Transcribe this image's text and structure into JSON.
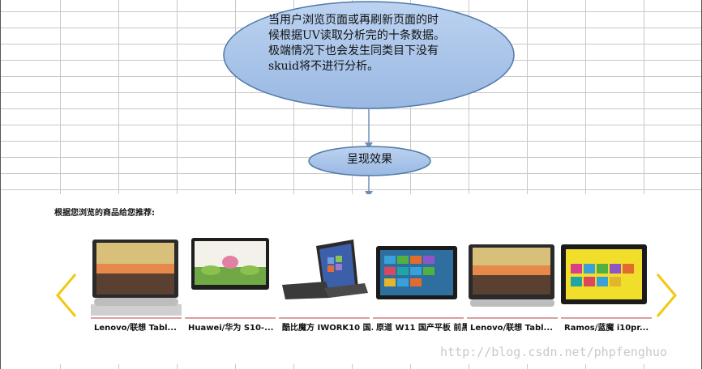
{
  "diagram": {
    "node1": {
      "lines": [
        "当用户浏览页面或再刷新页面的时",
        "候根据UV读取分析完的十条数据。",
        "极端情况下也会发生同类目下没有",
        "skuid将不进行分析。"
      ]
    },
    "node2": {
      "label": "呈现效果"
    }
  },
  "carousel": {
    "title": "根据您浏览的商品给您推荐:",
    "products": [
      {
        "name": "Lenovo/联想 Tabl...",
        "image": "lenovo-yoga-tablet-image"
      },
      {
        "name": "Huawei/华为 S10-...",
        "image": "huawei-tablet-image"
      },
      {
        "name": "酷比魔方 IWORK10 国...",
        "image": "cube-iwork10-tablet-image"
      },
      {
        "name": "原道 W11 国产平板 前黑...",
        "image": "vido-w11-tablet-image"
      },
      {
        "name": "Lenovo/联想 Tabl...",
        "image": "lenovo-yoga-tablet-image"
      },
      {
        "name": "Ramos/蓝魔 i10pr...",
        "image": "ramos-i10pro-tablet-image"
      }
    ],
    "prev_icon": "chevron-left-icon",
    "next_icon": "chevron-right-icon"
  },
  "watermark": "http://blog.csdn.net/phpfenghuo",
  "colors": {
    "ellipse_fill": "#a9c4ea",
    "ellipse_stroke": "#4f7aa8",
    "connector": "#6e8fb5",
    "chevron": "#f2c811",
    "gridline": "#c8c8c8"
  }
}
